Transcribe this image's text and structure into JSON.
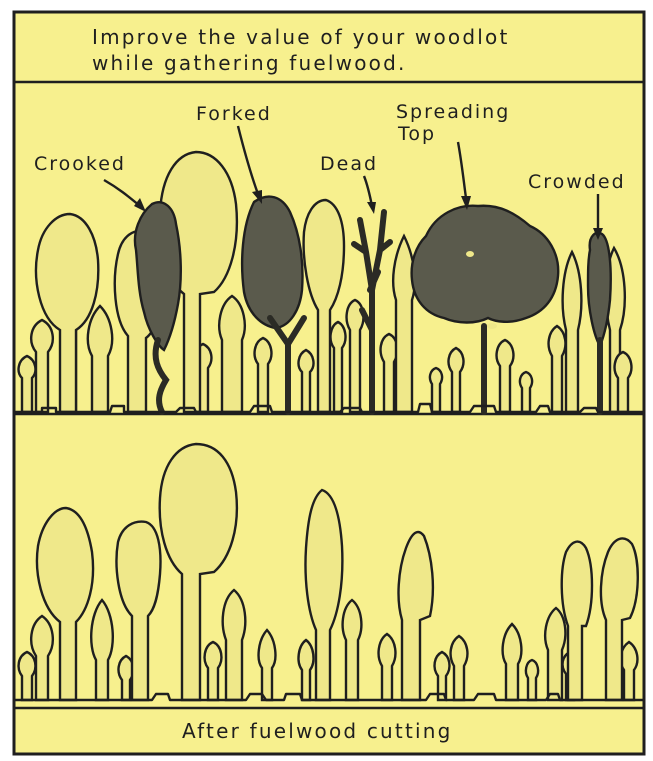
{
  "diagram": {
    "title_lines": [
      "Improve the value of your woodlot",
      "while gathering fuelwood."
    ],
    "labels": {
      "crooked": "Crooked",
      "forked": "Forked",
      "dead": "Dead",
      "spreading_1": "Spreading",
      "spreading_2": "Top",
      "crowded": "Crowded"
    },
    "caption": "After fuelwood cutting",
    "colors": {
      "background": "#f7f08e",
      "crown_light": "#efe88a",
      "crown_dark": "#5a5a4c",
      "outline": "#1f1f1f"
    }
  }
}
